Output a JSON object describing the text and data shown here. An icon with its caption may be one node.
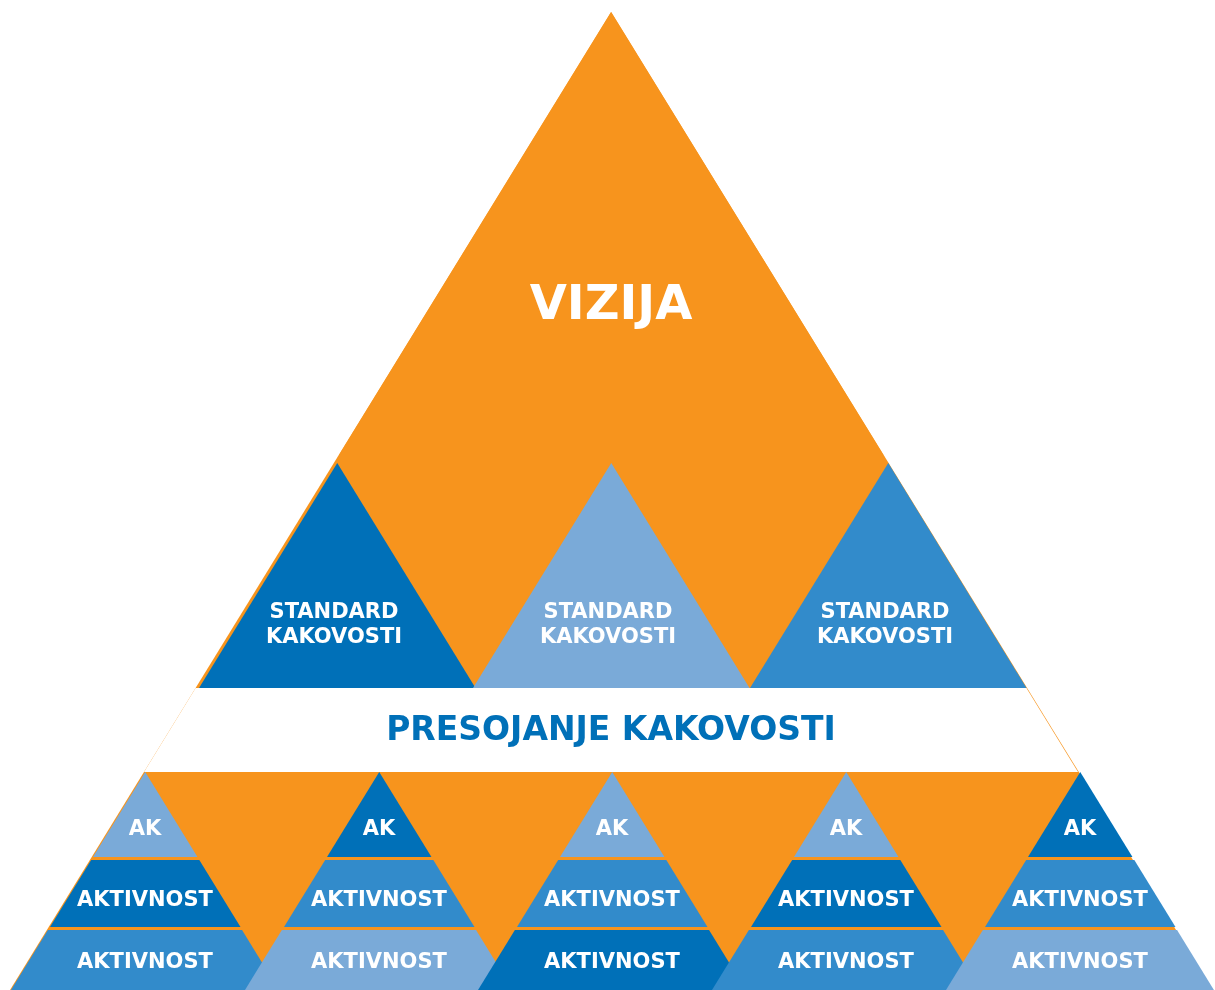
{
  "diagram": {
    "nodes": [
      {
        "text": [
          "VIZIJA"
        ]
      },
      {
        "text": [
          "STANDARD KAKOVOSTI"
        ]
      },
      {
        "text": [
          "STANDARD KAKOVOSTI"
        ]
      },
      {
        "text": [
          "STANDARD KAKOVOSTI"
        ]
      },
      {
        "text": [
          "PRESOJANJE KAKOVOSTI"
        ]
      },
      {
        "text": [
          "AK"
        ]
      },
      {
        "text": [
          "AK"
        ]
      },
      {
        "text": [
          "AK"
        ]
      },
      {
        "text": [
          "AK"
        ]
      },
      {
        "text": [
          "AK"
        ]
      },
      {
        "text": [
          "AKTIVNOST"
        ]
      },
      {
        "text": [
          "AKTIVNOST"
        ]
      },
      {
        "text": [
          "AKTIVNOST"
        ]
      },
      {
        "text": [
          "AKTIVNOST"
        ]
      },
      {
        "text": [
          "AKTIVNOST"
        ]
      },
      {
        "text": [
          "AKTIVNOST"
        ]
      },
      {
        "text": [
          "AKTIVNOST"
        ]
      },
      {
        "text": [
          "AKTIVNOST"
        ]
      },
      {
        "text": [
          "AKTIVNOST"
        ]
      },
      {
        "text": [
          "AKTIVNOST"
        ]
      }
    ]
  }
}
